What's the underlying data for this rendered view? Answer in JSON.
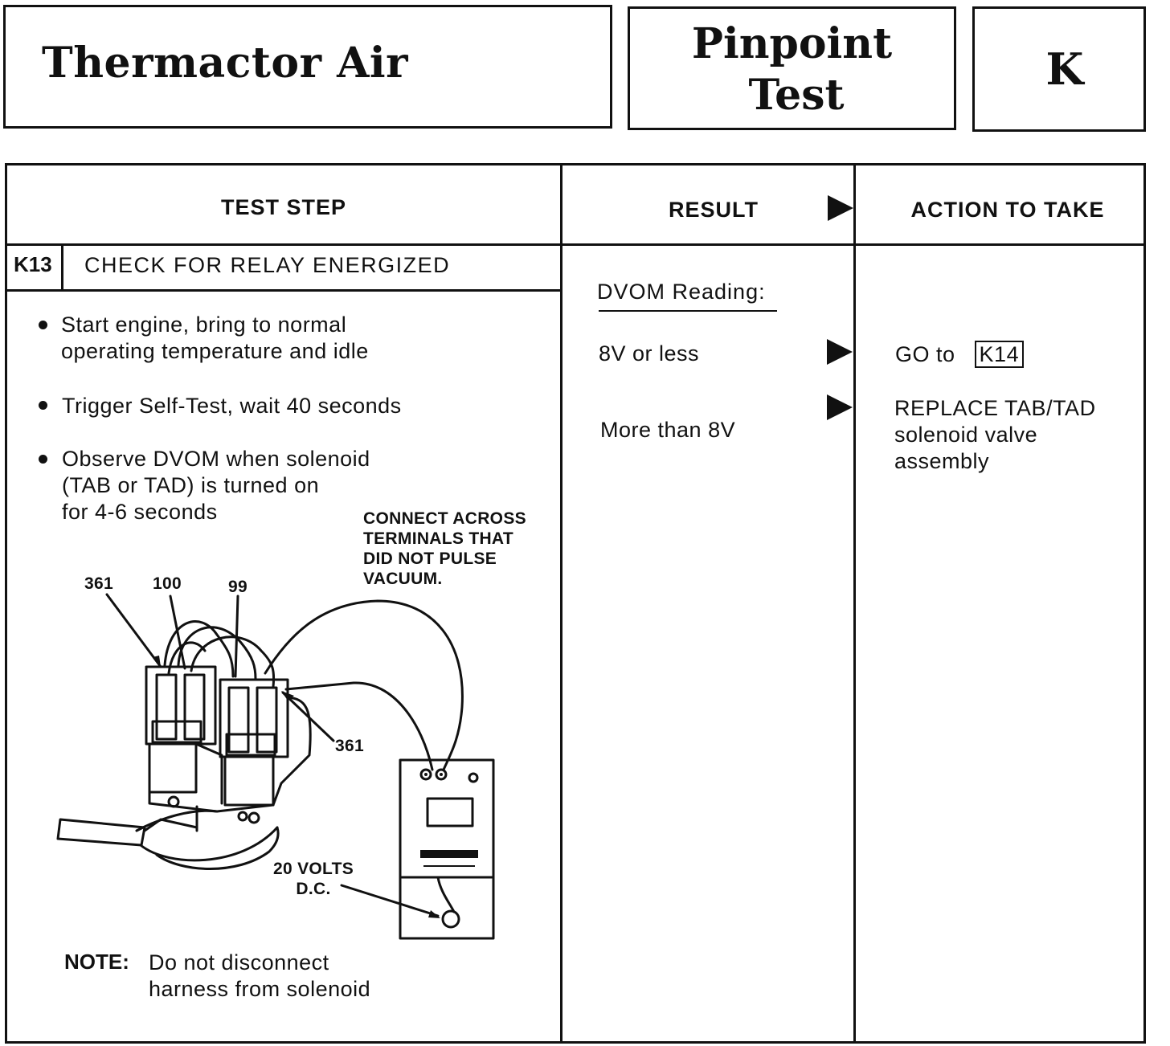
{
  "header": {
    "title": "Thermactor Air",
    "test_type_line1": "Pinpoint",
    "test_type_line2": "Test",
    "code": "K"
  },
  "table": {
    "col_test_step": "TEST STEP",
    "col_result": "RESULT",
    "col_action": "ACTION TO TAKE"
  },
  "step": {
    "id": "K13",
    "title": "CHECK FOR RELAY ENERGIZED",
    "bullets": [
      {
        "line1": "Start engine, bring to normal",
        "line2": "operating temperature and idle"
      },
      {
        "line1": "Trigger Self-Test, wait 40 seconds"
      },
      {
        "line1": "Observe DVOM when solenoid",
        "line2": "(TAB or TAD) is turned on",
        "line3": "for 4-6 seconds"
      }
    ],
    "note_label": "NOTE:",
    "note_line1": "Do not disconnect",
    "note_line2": "harness from solenoid"
  },
  "figure": {
    "callout_line1": "CONNECT ACROSS",
    "callout_line2": "TERMINALS THAT",
    "callout_line3": "DID NOT PULSE",
    "callout_line4": "VACUUM.",
    "label_361_top": "361",
    "label_100": "100",
    "label_99": "99",
    "label_361_right": "361",
    "volts_line1": "20 VOLTS",
    "volts_line2": "D.C."
  },
  "results": {
    "heading": "DVOM Reading:",
    "row1": "8V or less",
    "row2": "More than 8V"
  },
  "actions": {
    "row1_prefix": "GO to",
    "row1_ref": "K14",
    "row2_line1": "REPLACE TAB/TAD",
    "row2_line2": "solenoid valve",
    "row2_line3": "assembly"
  }
}
